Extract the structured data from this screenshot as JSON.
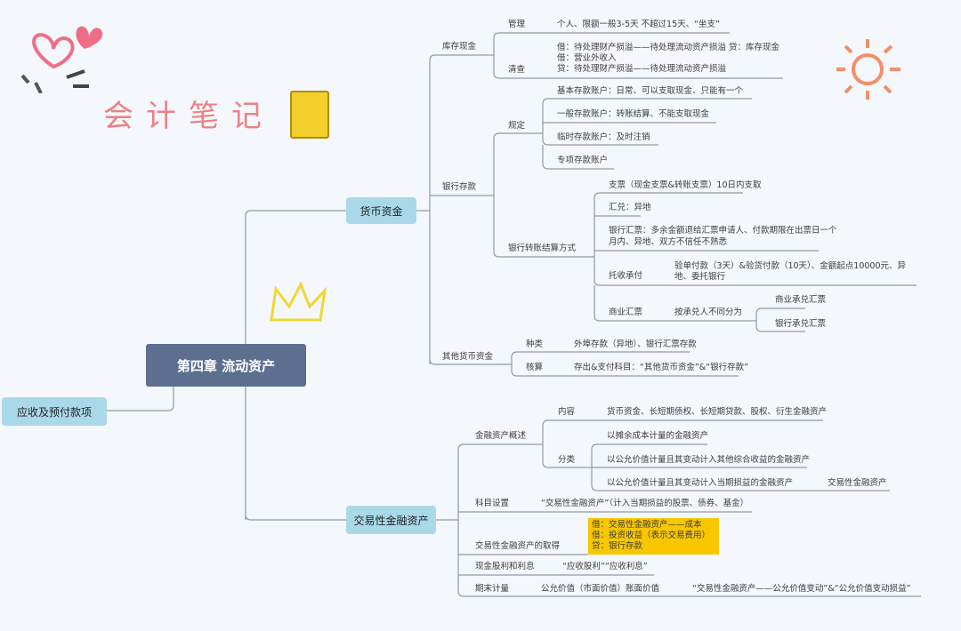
{
  "title": "会计笔记",
  "center": "第四章  流动资产",
  "left_node": "应收及预付款项",
  "money": {
    "label": "货币资金",
    "cash": {
      "label": "库存现金",
      "manage": "管理",
      "manage_text": "个人、限额一般3-5天 不超过15天、“坐支”",
      "check": "清查",
      "check_lines": [
        "借：待处理财产损溢——待处理流动资产损溢 贷：库存现金",
        "借：营业外收入",
        "贷：待处理财产损溢——待处理流动资产损溢"
      ]
    },
    "bank": {
      "label": "银行存款",
      "rules": "规定",
      "rule_items": [
        "基本存款账户：日常、可以支取现金、只能有一个",
        "一般存款账户：转账结算、不能支取现金",
        "临时存款账户：及时注销",
        "专项存款账户"
      ],
      "settle": "银行转账结算方式",
      "settle_items": {
        "check": "支票（现金支票&转账支票）10日内支取",
        "remit": "汇兑：异地",
        "draft": [
          "银行汇票：多余金额退给汇票申请人、付款期限在出票日一个",
          "月内、异地、双方不信任不熟悉"
        ],
        "collect": "托收承付",
        "collect_text": [
          "验单付款（3天）&验货付款（10天）、金额起点10000元、异",
          "地、委托银行"
        ],
        "commercial": "商业汇票",
        "commercial_by": "按承兑人不同分为",
        "commercial_types": [
          "商业承兑汇票",
          "银行承兑汇票"
        ]
      }
    },
    "other": {
      "label": "其他货币资金",
      "kind": "种类",
      "kind_text": "外埠存款（异地）、银行汇票存款",
      "acct": "核算",
      "acct_text": "存出&支付科目：“其他货币资金”&“银行存款”"
    }
  },
  "trading": {
    "label": "交易性金融资产",
    "overview": {
      "label": "金融资产概述",
      "content": "内容",
      "content_text": "货币资金、长短期债权、长短期贷款、股权、衍生金融资产",
      "class": "分类",
      "class_items": [
        "以摊余成本计量的金融资产",
        "以公允价值计量且其变动计入其他综合收益的金融资产",
        "以公允价值计量且其变动计入当期损益的金融资产"
      ],
      "class_result": "交易性金融资产"
    },
    "subject": "科目设置",
    "subject_text": "“交易性金融资产”（计入当期损益的股票、债券、基金）",
    "acquire": "交易性金融资产的取得",
    "acquire_lines": [
      "借：交易性金融资产——成本",
      "借：投资收益（表示交易费用）",
      "贷：银行存款"
    ],
    "dividend": "现金股利和利息",
    "dividend_text": "“应收股利”“应收利息”",
    "period": "期末计量",
    "period_text": "公允价值（市面价值）账面价值",
    "period_result": "“交易性金融资产——公允价值变动”&“公允价值变动损益”"
  },
  "colors": {
    "line": "#8e9bab",
    "node": "#a9d9e9",
    "center": "#5d6f8f",
    "highlight": "#f8c700",
    "title": "#ee7f86"
  }
}
